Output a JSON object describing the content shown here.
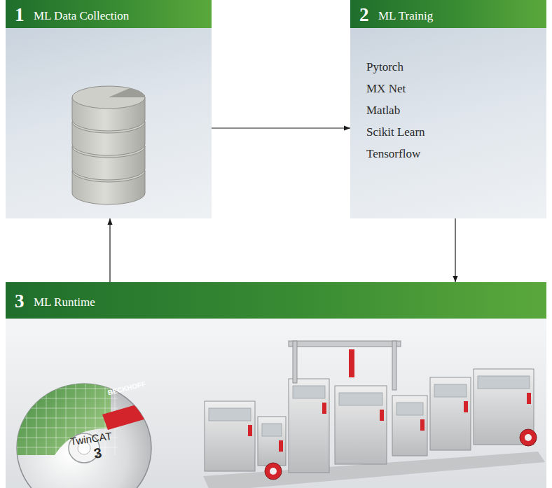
{
  "diagram": {
    "nodes": [
      {
        "text": [
          "1",
          "ML Data Collection"
        ]
      },
      {
        "text": [
          "2",
          "ML Trainig",
          "Pytorch",
          "MX Net",
          "Matlab",
          "Scikit Learn",
          "Tensorflow"
        ]
      },
      {
        "text": [
          "3",
          "ML Runtime"
        ]
      }
    ],
    "edges": [
      {
        "from": 0,
        "to": 1,
        "arrow": "to"
      },
      {
        "from": 1,
        "to": 2,
        "arrow": "to"
      },
      {
        "from": 2,
        "to": 0,
        "arrow": "to"
      }
    ],
    "labels": [
      "BECKHOFF",
      "TwinCAT",
      "3"
    ]
  }
}
